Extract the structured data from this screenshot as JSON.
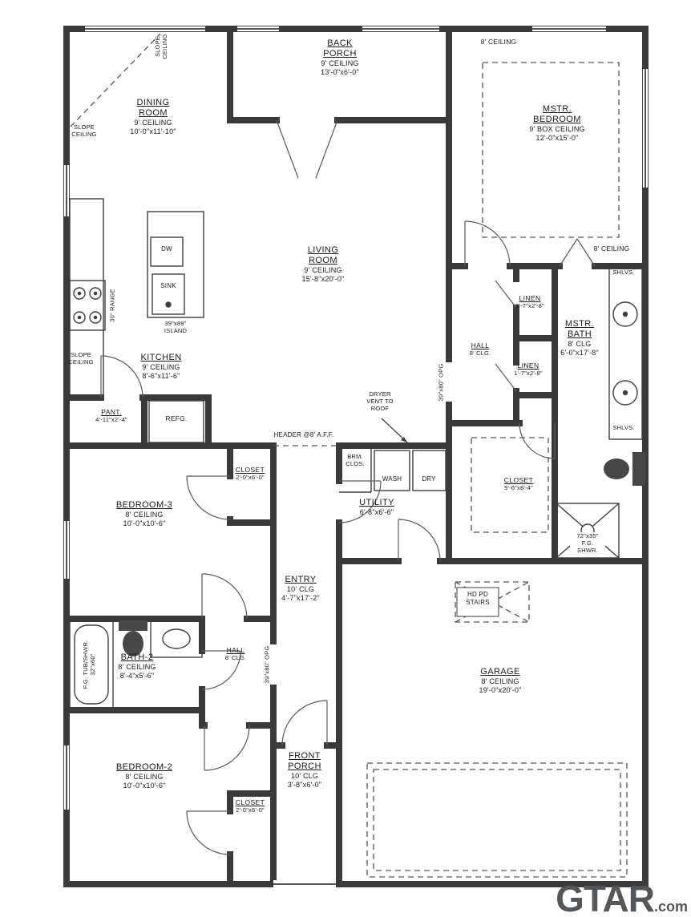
{
  "palette": {
    "background": "#ffffff",
    "walls": "#3a3a3a",
    "lines": "#3f3f3f",
    "text": "#1b1b1b",
    "logo_gray": "#54575a"
  },
  "rooms": {
    "back_porch": {
      "name": "BACK PORCH",
      "ceiling": "9' CEILING",
      "dims": "13'-0\"x6'-0\""
    },
    "dining": {
      "name": "DINING ROOM",
      "ceiling": "9' CEILING",
      "dims": "10'-0\"x11'-10\""
    },
    "master_bedroom": {
      "name": "MSTR. BEDROOM",
      "ceiling": "9' BOX CEILING",
      "dims": "12'-0\"x15'-0\""
    },
    "living": {
      "name": "LIVING ROOM",
      "ceiling": "9' CEILING",
      "dims": "15'-8\"x20'-0\""
    },
    "kitchen": {
      "name": "KITCHEN",
      "ceiling": "9' CEILING",
      "dims": "8'-6\"x11'-6\""
    },
    "pantry": {
      "name": "PANT.",
      "dims": "4'-11\"x2'-4\""
    },
    "linen1": {
      "name": "LINEN",
      "dims": "1'-7\"x2'-8\""
    },
    "linen2": {
      "name": "LINEN",
      "dims": "1'-7\"x2'-8\""
    },
    "hall_right": {
      "name": "HALL",
      "ceiling": "8' CLG."
    },
    "master_bath": {
      "name": "MSTR. BATH",
      "ceiling": "8' CLG",
      "dims": "6'-0\"x17'-8\""
    },
    "master_closet": {
      "name": "CLOSET",
      "dims": "5'-6\"x8'-4\""
    },
    "bedroom3": {
      "name": "BEDROOM-3",
      "ceiling": "8' CEILING",
      "dims": "10'-0\"x10'-6\""
    },
    "closet3": {
      "name": "CLOSET",
      "dims": "2'-0\"x6'-0\""
    },
    "utility": {
      "name": "UTILITY",
      "dims": "6'-8\"x6'-6\""
    },
    "entry": {
      "name": "ENTRY",
      "ceiling": "10' CLG",
      "dims": "4'-7\"x17'-2\""
    },
    "bath2": {
      "name": "BATH-2",
      "ceiling": "8' CEILING",
      "dims": "8'-4\"x5'-6\""
    },
    "hall_left": {
      "name": "HALL",
      "ceiling": "8' CLG."
    },
    "bedroom2": {
      "name": "BEDROOM-2",
      "ceiling": "8' CEILING",
      "dims": "10'-0\"x10'-6\""
    },
    "closet2": {
      "name": "CLOSET",
      "dims": "2'-0\"x6'-0\""
    },
    "front_porch": {
      "name": "FRONT PORCH",
      "ceiling": "10' CLG",
      "dims": "3'-8\"x6'-0\""
    },
    "garage": {
      "name": "GARAGE",
      "ceiling": "8' CEILING",
      "dims": "19'-0\"x20'-0\""
    }
  },
  "annotations": {
    "slope_ceiling_top": "SLOPE CEILING",
    "slope_ceiling_left_upper": "SLOPE CEILING",
    "slope_ceiling_left_lower": "SLOPE CEILING",
    "ceiling_8_master_top": "8' CEILING",
    "ceiling_8_bath": "8' CEILING",
    "range": "30\" RANGE",
    "dw": "DW",
    "sink": "SINK",
    "island": "39\"x89\" ISLAND",
    "refrigerator": "REFG.",
    "dryer_vent": "DRYER VENT TO ROOF",
    "header": "HEADER @8' A.F.F.",
    "broom_closet": "BRM. CLOS.",
    "washer": "WASH",
    "dryer": "DRY",
    "shelves_upper": "SHLVS.",
    "shelves_lower": "SHLVS.",
    "shower": "72\"x35\" F.G. SHWR.",
    "tub": "F.G. TUB/SHWR. 32\"x60\"",
    "stairs": "HD PD STAIRS",
    "opening_hall": "39\"x80\" OPG",
    "opening_entry": "39\"x80\" OPG"
  },
  "logo": {
    "name": "GTAR",
    "tld": ".com"
  }
}
